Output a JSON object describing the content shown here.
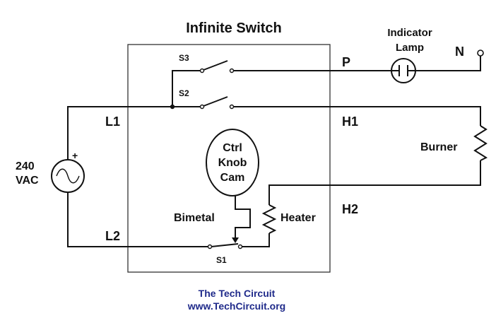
{
  "title": "Infinite Switch",
  "switches": {
    "s1": "S1",
    "s2": "S2",
    "s3": "S3"
  },
  "lines": {
    "l1": "L1",
    "l2": "L2",
    "h1": "H1",
    "h2": "H2",
    "p": "P",
    "n": "N"
  },
  "source": {
    "voltage": "240",
    "unit": "VAC",
    "polarity": "+"
  },
  "lamp": {
    "line1": "Indicator",
    "line2": "Lamp"
  },
  "cam": {
    "line1": "Ctrl",
    "line2": "Knob",
    "line3": "Cam"
  },
  "components": {
    "bimetal": "Bimetal",
    "heater": "Heater",
    "burner": "Burner"
  },
  "credit": {
    "name": "The Tech Circuit",
    "url": "www.TechCircuit.org"
  },
  "colors": {
    "ink": "#111111",
    "credit": "#1f2a8a"
  }
}
